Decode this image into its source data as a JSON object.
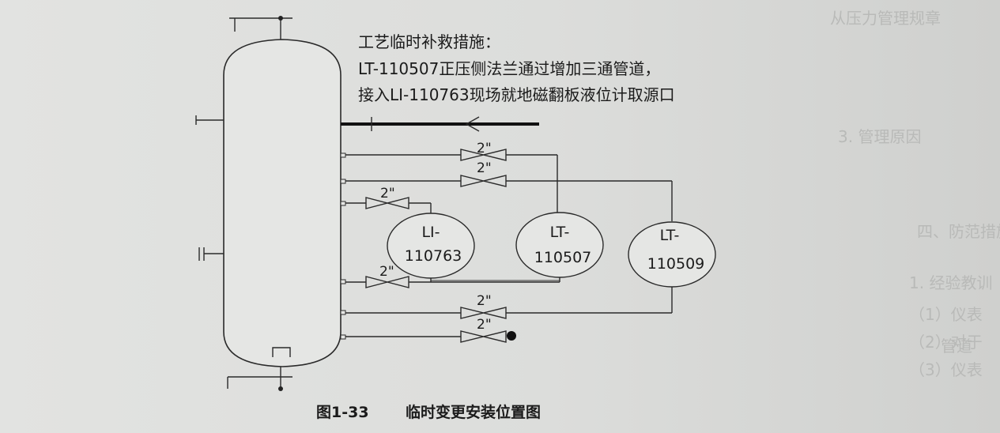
{
  "note": {
    "line1": "工艺临时补救措施：",
    "line2": "LT-110507正压侧法兰通过增加三通管道，",
    "line3": "接入LI-110763现场就地磁翻板液位计取源口"
  },
  "valves": {
    "v1": "2\"",
    "v2": "2\"",
    "v3": "2\"",
    "v4": "2\"",
    "v5": "2\"",
    "v6": "2\""
  },
  "instruments": {
    "li": {
      "line1": "LI-",
      "line2": "110763"
    },
    "lt1": {
      "line1": "LT-",
      "line2": "110507"
    },
    "lt2": {
      "line1": "LT-",
      "line2": "110509"
    }
  },
  "caption": {
    "number": "图1-33",
    "title": "临时变更安装位置图"
  },
  "background_text": {
    "b1": "3. 管理原因",
    "b2": "四、防范措施及经验",
    "b3": "1. 经验教训",
    "b4": "（1）仪表",
    "b5": "（2）对于",
    "b6": "（3）仪表",
    "b7": "从压力管理规章",
    "b8": "管道"
  }
}
